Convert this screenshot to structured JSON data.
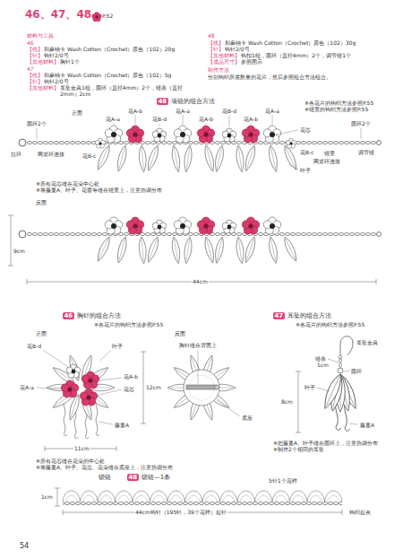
{
  "diagram": {
    "title": "46、47、48",
    "labels": [
      "P.52",
      "材料与工具",
      "46",
      "【线】",
      "和麻纳卡 Wash Cotton（Crochet）原色（102）20g",
      "【针】",
      "钩针2/0号",
      "【其他材料】",
      "胸针1个",
      "47",
      "【线】",
      "和麻纳卡 Wash Cotton（Crochet）原色（102）5g",
      "【针】",
      "钩针2/0号",
      "【其他材料】",
      "耳坠金具1组，圆环（直径4mm）2个，链条（直径2mm）2cm",
      "48",
      "【线】",
      "和麻纳卡 Wash Cotton（Crochet）原色（102）30g",
      "【针】",
      "钩针2/0号",
      "【其他材料】",
      "钩扣1组，圆环（直径4mm）2个，调节链1个",
      "【成品尺寸】",
      "参照图示",
      "制作方法",
      "分别钩织所需数量的花片，然后参照组合方法组合。",
      "48",
      "项链的组合方法",
      "※各花片的钩织方法参照P.55",
      "※链里的钩织方法参照P.55",
      "正面",
      "圆环2个",
      "花A-a",
      "花A-b",
      "花B-d",
      "花A-a",
      "花A-b",
      "花B-d",
      "花A-b",
      "花A-a",
      "花芯",
      "圆环2个",
      "拉环",
      "网篮环连接",
      "花B-c",
      "花B-c",
      "链里",
      "调节链",
      "网篮环连接",
      "叶子",
      "※所有花芯缝在花朵中心处",
      "※将藤蔓A、叶子、花蕾等缝在链里上，注意协调分布",
      "反面",
      "9cm",
      "44cm",
      "46",
      "胸针的组合方法",
      "※各花片的钩织方法参照P.55",
      "正面",
      "反面",
      "花B-d",
      "叶子",
      "花A-b",
      "花芯",
      "花A-a",
      "藤蔓A",
      "12cm",
      "11cm",
      "胸针缝在背面上",
      "底座",
      "※所有花芯缝在花朵的中心处",
      "※将藤蔓A、叶子、花芯、花朵缝在底座上，注意协调分布",
      "47",
      "耳坠的组合方法",
      "※各花片的钩织方法参照P.55",
      "耳坠金具",
      "链条",
      "1cm",
      "圆环",
      "叶子",
      "8cm",
      "藤蔓A",
      "※把藤蔓A、叶子缝在圆环上，注意协调分布",
      "※制作2个相同的耳坠",
      "锁链",
      "48",
      "锁链—1条",
      "1cm",
      "5针1个花样",
      "44cm钩针（195针，39个花样）起针",
      "钩织起点",
      "54"
    ]
  }
}
